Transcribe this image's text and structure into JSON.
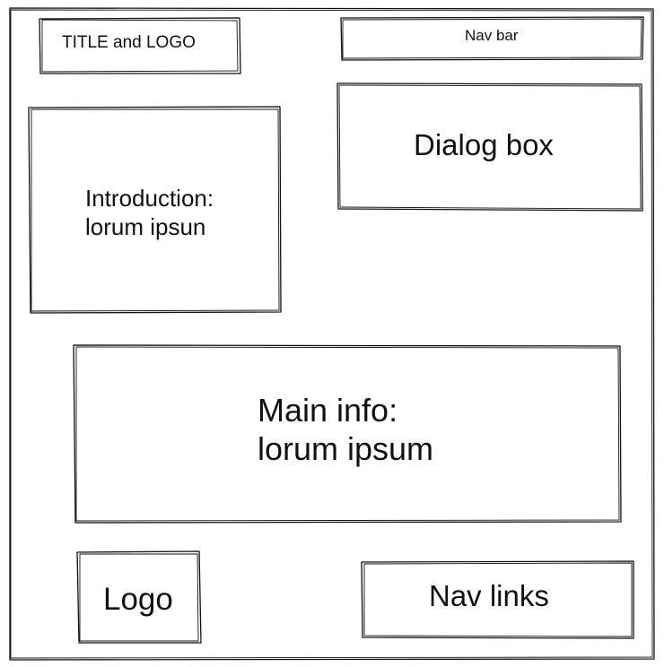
{
  "wireframe": {
    "title_logo_box": {
      "label": "TITLE and LOGO"
    },
    "nav_bar_box": {
      "label": "Nav bar"
    },
    "dialog_box": {
      "label": "Dialog box"
    },
    "introduction_box": {
      "line1": "Introduction:",
      "line2": "lorum ipsun"
    },
    "main_info_box": {
      "line1": "Main info:",
      "line2": "lorum ipsum"
    },
    "logo_box": {
      "label": "Logo"
    },
    "nav_links_box": {
      "label": "Nav links"
    }
  },
  "colors": {
    "stroke": "#111111",
    "background": "#ffffff"
  }
}
